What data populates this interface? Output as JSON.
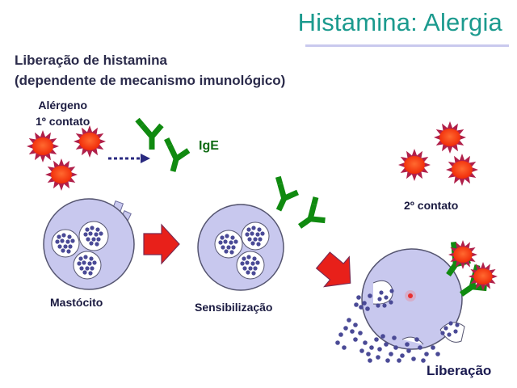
{
  "header": {
    "title": "Histamina: Alergia"
  },
  "subtitle": {
    "line1": "Liberação de histamina",
    "line2": "(dependente de mecanismo imunológico)"
  },
  "labels": {
    "allergen": "Alérgeno",
    "first_contact": "1º contato",
    "ige": "IgE",
    "second_contact": "2º contato",
    "mast_cell": "Mastócito",
    "sensitization": "Sensibilização",
    "release": "Liberação"
  },
  "colors": {
    "title": "#1b9a8e",
    "cell_fill": "#c8c8ee",
    "granule": "#4a4a96",
    "antibody": "#108a10",
    "allergen_star": "#b0204a",
    "allergen_core": "#ff3a10",
    "arrow": "#e8201a"
  }
}
